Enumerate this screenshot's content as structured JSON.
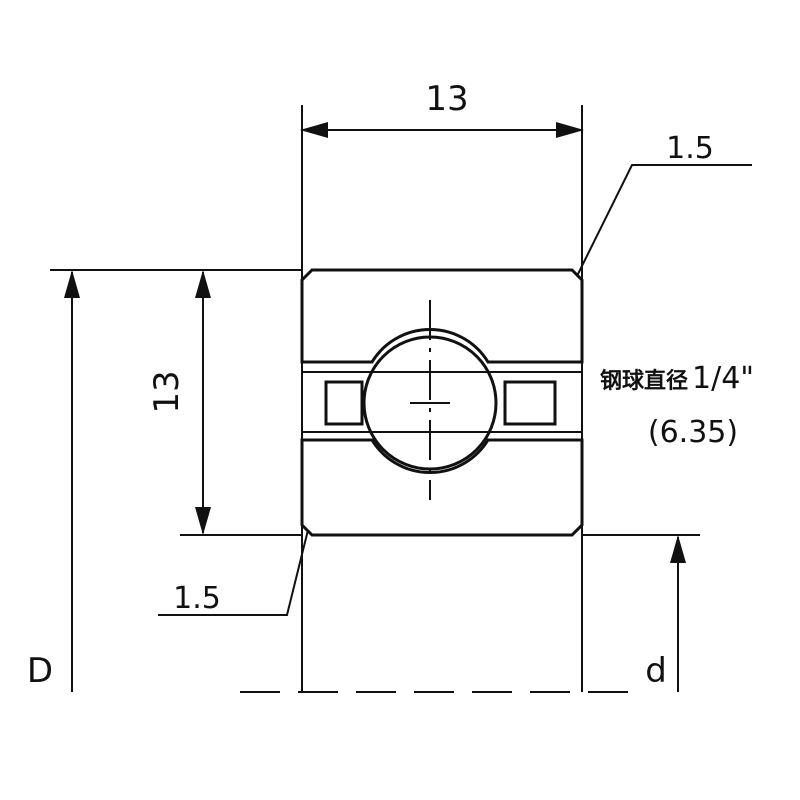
{
  "drawing": {
    "width_dim": "13",
    "height_dim": "13",
    "chamfer_top": "1.5",
    "chamfer_bottom": "1.5",
    "ball_label_cn": "钢球直径",
    "ball_label_inch": "1/4\"",
    "ball_label_mm": "(6.35)",
    "outer_diameter_label": "D",
    "inner_diameter_label": "d"
  }
}
